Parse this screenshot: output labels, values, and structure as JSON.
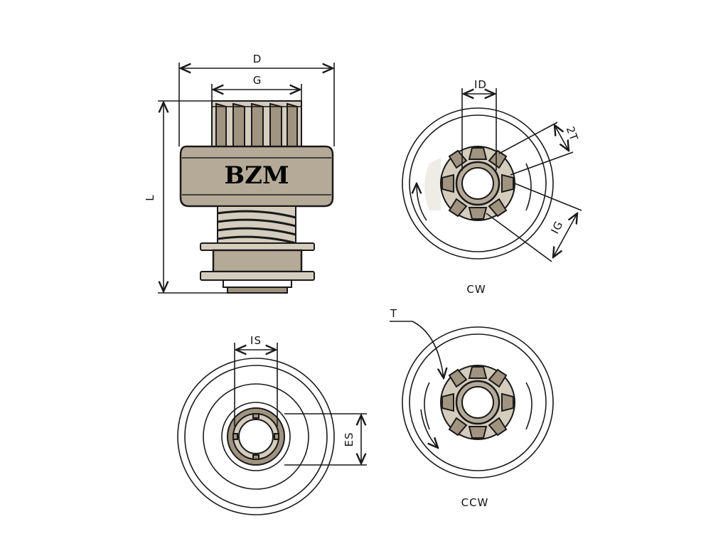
{
  "brand": "BZM",
  "dimensions": {
    "D": "D",
    "G": "G",
    "L": "L",
    "ID": "ID",
    "two_t": "2T",
    "IG": "IG",
    "IS": "IS",
    "ES": "ES",
    "T": "T"
  },
  "views": {
    "cw": "CW",
    "ccw": "CCW"
  },
  "colors": {
    "body": "#b5aa98",
    "outline": "#1a1a1a"
  }
}
